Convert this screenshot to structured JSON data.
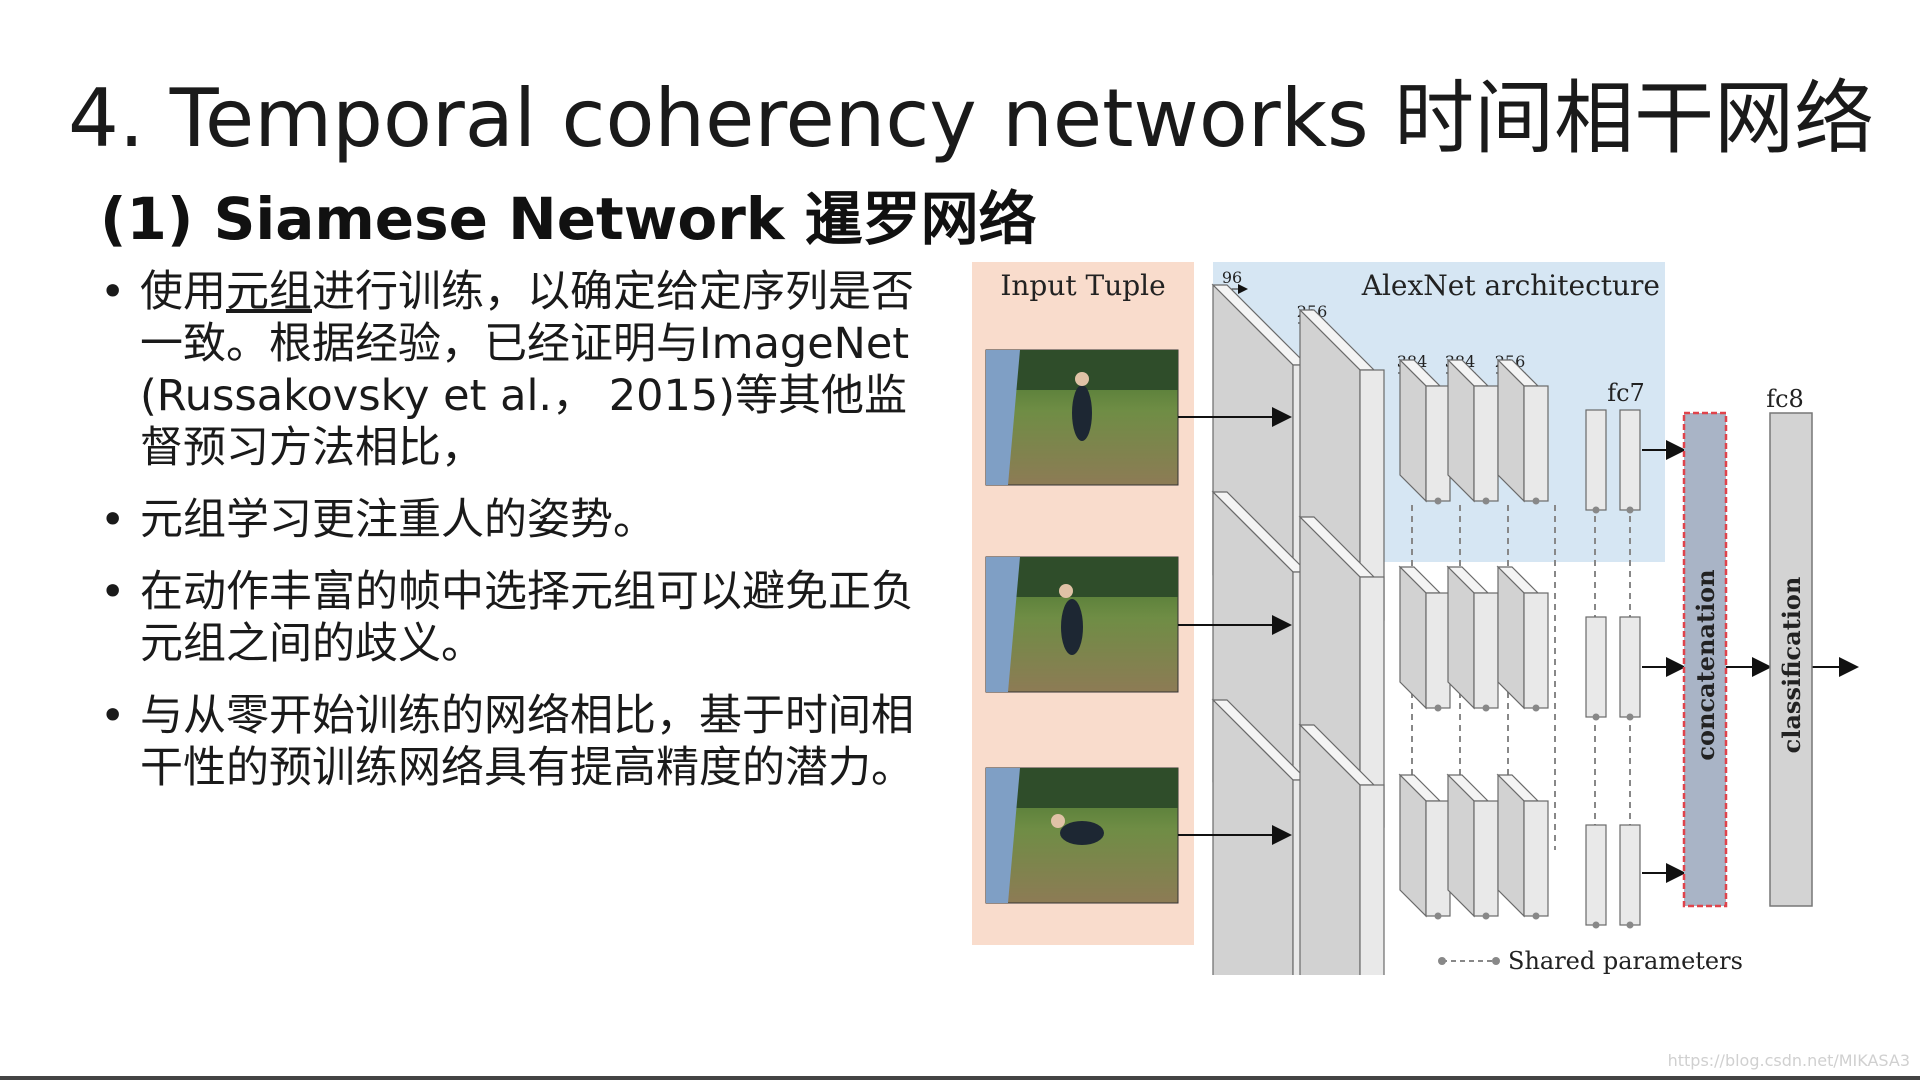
{
  "title": "4. Temporal coherency networks 时间相干网络",
  "subtitle": "(1) Siamese Network 暹罗网络",
  "bullets": {
    "b1_pre": "使用",
    "b1_underlined": "元组",
    "b1_post": "进行训练，以确定给定序列是否一致。根据经验，已经证明与ImageNet (Russakovsky et al.， 2015)等其他监督预习方法相比，",
    "b2": "元组学习更注重人的姿势。",
    "b3": "在动作丰富的帧中选择元组可以避免正负元组之间的歧义。",
    "b4": "与从零开始训练的网络相比，基于时间相干性的预训练网络具有提高精度的潜力。"
  },
  "diagram": {
    "input_label": "Input Tuple",
    "arch_label": "AlexNet architecture",
    "dims": [
      "96",
      "256",
      "384",
      "384",
      "256"
    ],
    "fc7": "fc7",
    "fc8": "fc8",
    "concat": "concatenation",
    "classif": "classification",
    "shared": "Shared parameters",
    "colors": {
      "input_bg": "#f9dccc",
      "arch_bg": "#d6e6f3",
      "concat_fill": "#a9b4c6",
      "concat_border": "#e0434b",
      "layer_fill": "#e9e9e9",
      "layer_stroke": "#6a6a6a"
    }
  },
  "watermark": "https://blog.csdn.net/MIKASA3"
}
